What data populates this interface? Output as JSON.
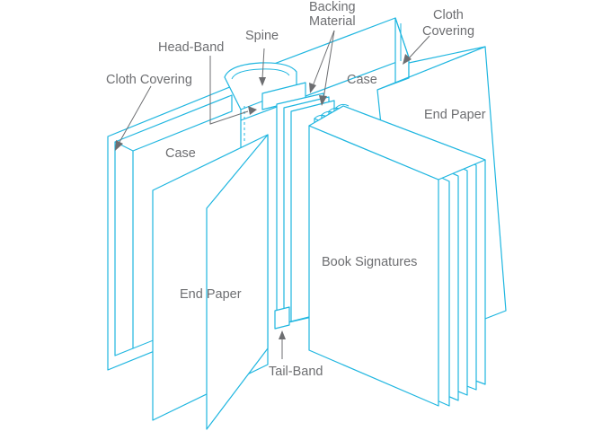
{
  "labels": {
    "backing_material_line1": "Backing",
    "backing_material_line2": "Material",
    "cloth_covering_right_line1": "Cloth",
    "cloth_covering_right_line2": "Covering",
    "head_band": "Head-Band",
    "spine": "Spine",
    "cloth_covering_left": "Cloth Covering",
    "case_right": "Case",
    "case_left": "Case",
    "end_paper_right": "End Paper",
    "end_paper_left": "End Paper",
    "book_signatures": "Book Signatures",
    "tail_band": "Tail-Band"
  },
  "colors": {
    "line": "#1fb6e0",
    "label": "#6d6e71",
    "background": "#ffffff"
  }
}
